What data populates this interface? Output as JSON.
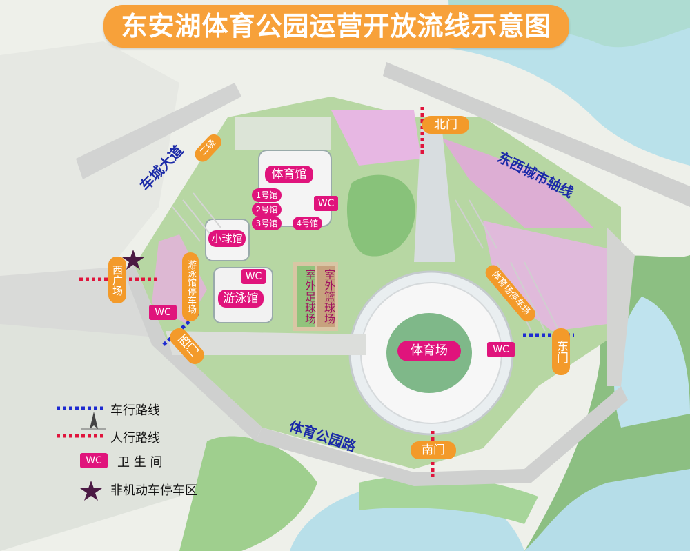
{
  "title": "东安湖体育公园运营开放流线示意图",
  "roads": {
    "chengcheng": "车城大道",
    "dongxi": "东西城市轴线",
    "tiyu_park_road": "体育公园路",
    "erhuan": "二绕"
  },
  "venues": {
    "gymnasium": "体育馆",
    "hall1": "1号馆",
    "hall2": "2号馆",
    "hall3": "3号馆",
    "hall4": "4号馆",
    "small_ball": "小球馆",
    "natatorium": "游泳馆",
    "stadium": "体育场",
    "outdoor_football": "室外足球场",
    "outdoor_basketball": "室外篮球场"
  },
  "parking": {
    "natatorium_parking": "游泳馆停车场",
    "stadium_parking": "体育场停车场"
  },
  "gates": {
    "north": "北门",
    "south": "南门",
    "east": "东门",
    "west": "西门",
    "west_plaza": "西广场"
  },
  "wc_label": "WC",
  "legend": {
    "vehicle": "车行路线",
    "pedestrian": "人行路线",
    "restroom": "卫 生 间",
    "bike": "非机动车停车区",
    "wc_sample": "WC"
  },
  "colors": {
    "title_bg": "#f7a13a",
    "magenta": "#e0147c",
    "orange": "#f39a2a",
    "vehicle_line": "#1e2bd1",
    "pedestrian_line": "#e0143c",
    "road_text": "#1b2aa8"
  }
}
